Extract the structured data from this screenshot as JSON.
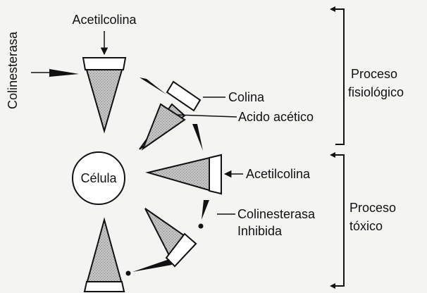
{
  "labels": {
    "acetilcolina_top": "Acetilcolina",
    "colinesterasa_side": "Colinesterasa",
    "colina": "Colina",
    "acido_acetico": "Acido acético",
    "celula": "Célula",
    "acetilcolina_mid": "Acetilcolina",
    "colinesterasa_inhibida_line1": "Colinesterasa",
    "colinesterasa_inhibida_line2": "Inhibida",
    "proceso_fisiologico_line1": "Proceso",
    "proceso_fisiologico_line2": "fisiológico",
    "proceso_toxico_line1": "Proceso",
    "proceso_toxico_line2": "tóxico"
  },
  "colors": {
    "ink": "#111111",
    "fill_stipple": "#b9b9b9",
    "background": "#f4f4f2"
  }
}
